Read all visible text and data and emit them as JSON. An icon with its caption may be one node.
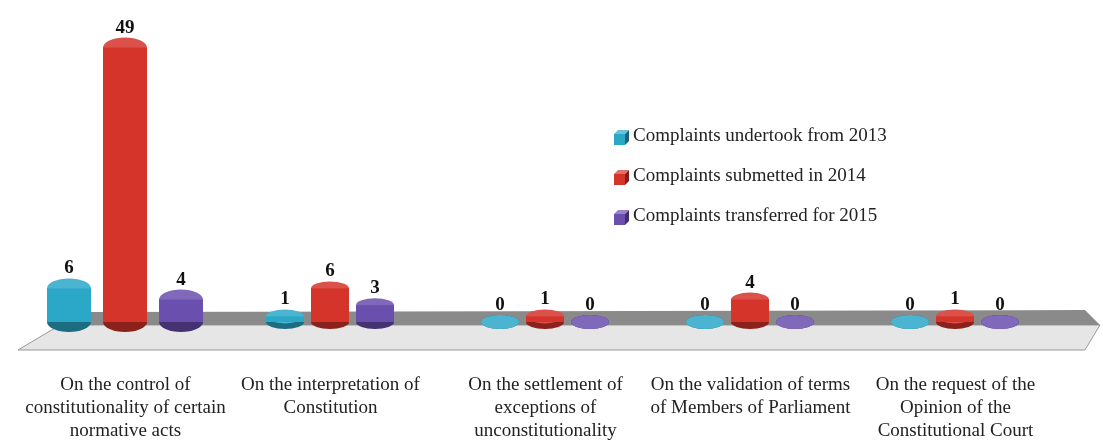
{
  "diagram": {
    "chart_data": {
      "type": "bar",
      "categories": [
        "On the control of constitutionality of certain normative acts",
        "On the interpretation of Constitution",
        "On the settlement of exceptions of unconstitutionality",
        "On the validation of terms of Members of Parliament",
        "On the request of the Opinion of the Constitutional Court"
      ],
      "series": [
        {
          "name": "Complaints undertook from 2013",
          "color": "#2ba7c8",
          "values": [
            6,
            1,
            0,
            0,
            0
          ]
        },
        {
          "name": "Complaints submetted in 2014",
          "color": "#d4342a",
          "values": [
            49,
            6,
            1,
            4,
            1
          ]
        },
        {
          "name": "Complaints transferred for 2015",
          "color": "#6a4fae",
          "values": [
            4,
            3,
            0,
            0,
            0
          ]
        }
      ],
      "legend": "upper right",
      "data_labels": true
    }
  }
}
